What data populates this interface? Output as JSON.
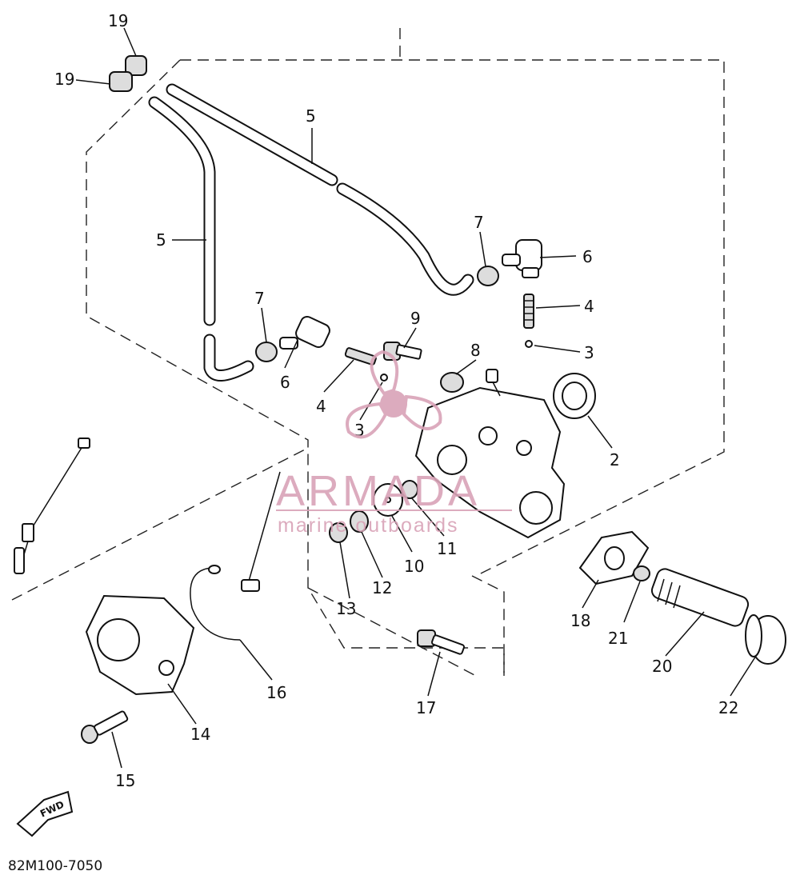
{
  "diagram": {
    "part_labels": [
      "19",
      "19",
      "5",
      "5",
      "7",
      "7",
      "6",
      "6",
      "4",
      "4",
      "3",
      "3",
      "9",
      "8",
      "2",
      "10",
      "11",
      "12",
      "13",
      "18",
      "21",
      "20",
      "22",
      "14",
      "15",
      "16",
      "17"
    ],
    "drawing_code": "82M100-7050",
    "fwd_label": "FWD"
  },
  "watermark": {
    "brand": "ARMADA",
    "subtitle": "marine outboards",
    "color": "#d9a3b7"
  }
}
